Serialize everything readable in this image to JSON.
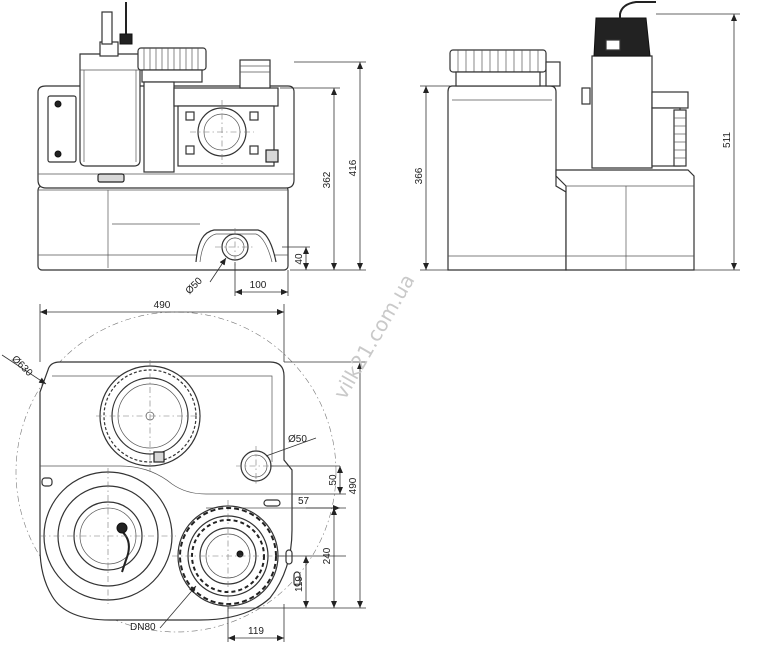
{
  "watermark": "vilk21.com.ua",
  "front_view": {
    "dim_height_total": "416",
    "dim_height_inlet": "362",
    "dim_outlet_height": "40",
    "dim_outlet_offset": "100",
    "dim_outlet_diameter": "Ø50"
  },
  "side_view": {
    "dim_height_tank": "366",
    "dim_height_total": "511"
  },
  "top_view": {
    "dim_width": "490",
    "dim_depth": "490",
    "dim_circle_diameter": "Ø630",
    "dim_inlet_diameter": "Ø50",
    "dim_inlet_offset": "50",
    "dim_side_57": "57",
    "dim_side_240": "240",
    "dim_side_119": "119",
    "dim_bottom_119": "119",
    "label_dn80": "DN80"
  }
}
